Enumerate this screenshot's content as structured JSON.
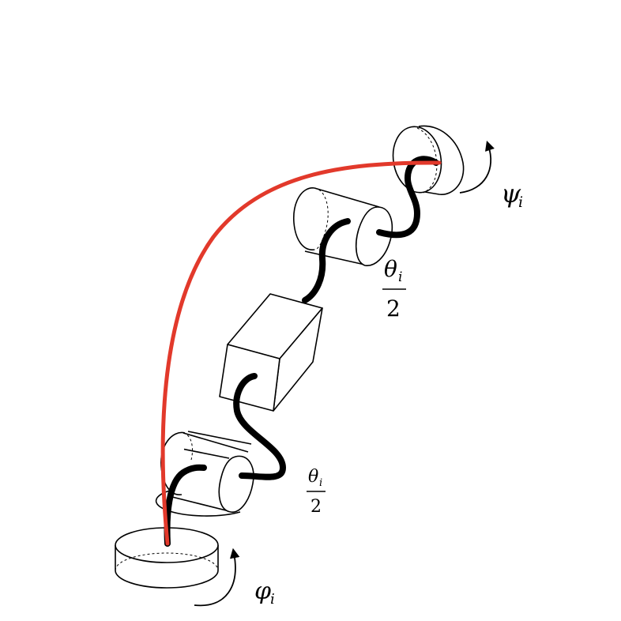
{
  "labels": {
    "phi": "φ",
    "phi_sub": "i",
    "psi": "ψ",
    "psi_sub": "i",
    "theta_lower": {
      "num": "θ",
      "num_sub": "i",
      "den": "2"
    },
    "theta_upper": {
      "num": "θ",
      "num_sub": "i",
      "den": "2"
    }
  },
  "colors": {
    "backbone_curve": "#e2392b",
    "outline": "#000000",
    "link": "#000000",
    "background": "#ffffff"
  }
}
